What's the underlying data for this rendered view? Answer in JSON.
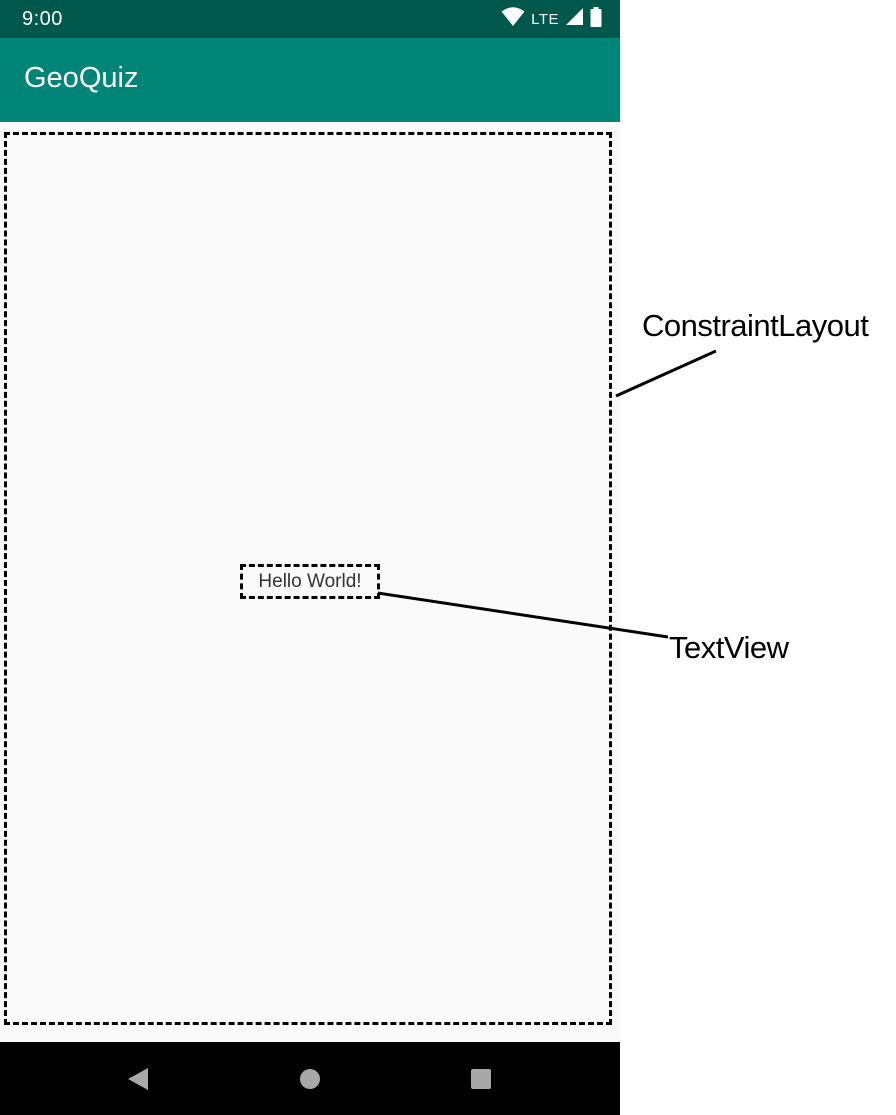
{
  "status_bar": {
    "time": "9:00",
    "network": "LTE",
    "icons": [
      "wifi-icon",
      "cell-signal-icon",
      "battery-icon"
    ]
  },
  "app_bar": {
    "title": "GeoQuiz"
  },
  "content": {
    "text_view": "Hello World!"
  },
  "nav_bar": {
    "buttons": [
      "back-icon",
      "home-icon",
      "recents-icon"
    ]
  },
  "callouts": {
    "constraint_layout": "ConstraintLayout",
    "text_view": "TextView"
  },
  "colors": {
    "status_bar": "#00574b",
    "app_bar": "#008577",
    "content_bg": "#fafafa",
    "nav_bar": "#000000"
  }
}
